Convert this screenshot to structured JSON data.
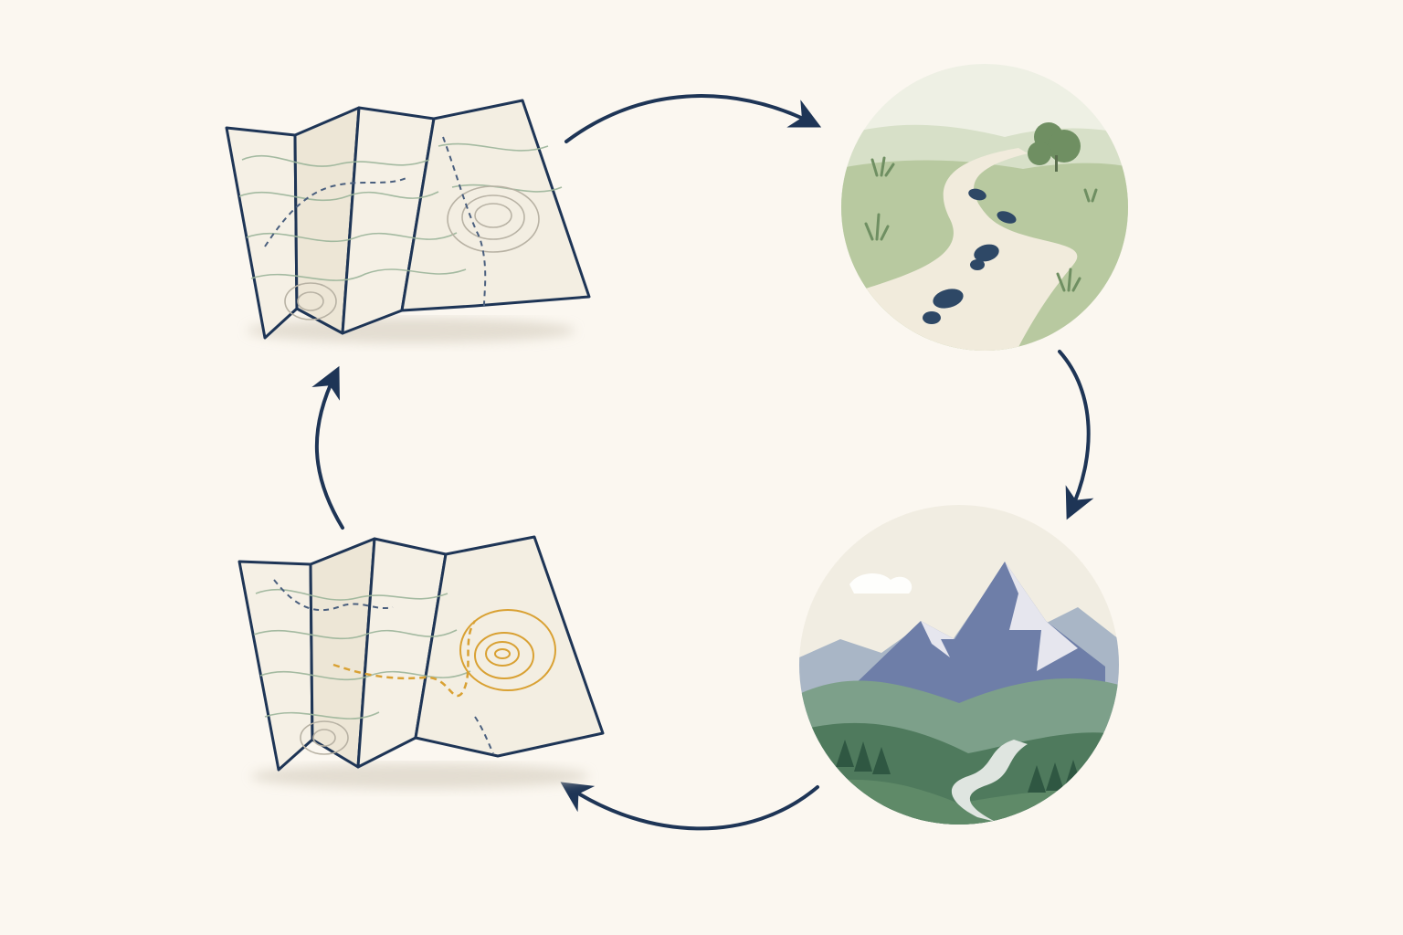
{
  "colors": {
    "background": "#fbf7f0",
    "arrow": "#1e3556",
    "map_outline": "#1e3556",
    "paper": "#f4efe4",
    "contour_green": "#9cb59a",
    "contour_gray": "#b8b2a4",
    "trail_dashes": "#4a5f7e",
    "route_orange": "#d9a133",
    "meadow": "#b8c9a0",
    "path": "#f1ebdc",
    "footprint": "#2e4866",
    "mountain_blue": "#6e7ea8",
    "forest_green": "#4f7a5d"
  },
  "cycle": [
    {
      "id": "map",
      "icon": "folded-topographic-map-icon"
    },
    {
      "id": "trail",
      "icon": "trail-footprints-icon"
    },
    {
      "id": "summit",
      "icon": "mountain-valley-icon"
    },
    {
      "id": "planned-map",
      "icon": "map-with-route-icon"
    }
  ],
  "arrows": [
    "clockwise",
    "clockwise",
    "clockwise",
    "clockwise"
  ]
}
